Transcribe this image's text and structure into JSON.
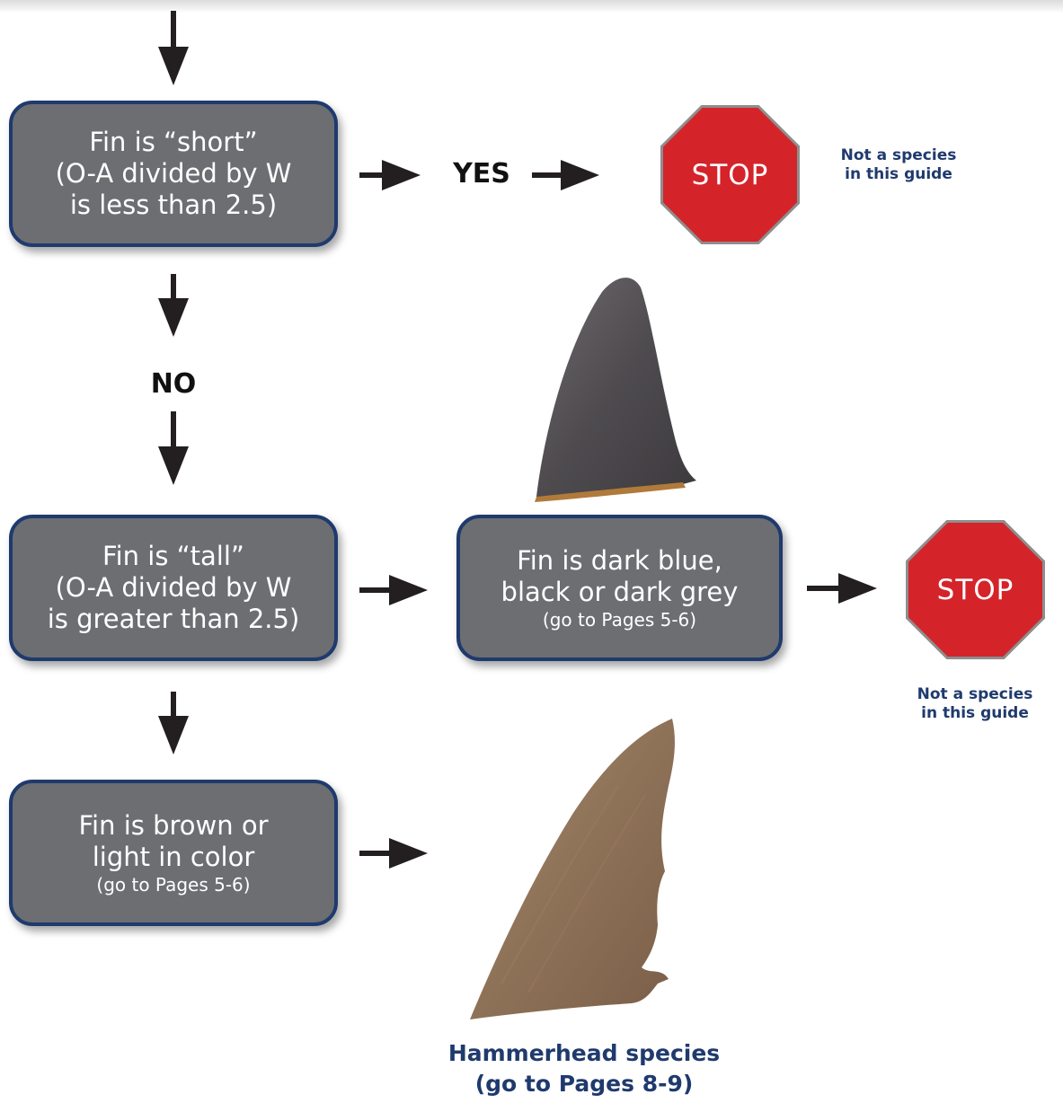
{
  "boxes": {
    "short": [
      "Fin is “short”",
      "(O-A divided by W",
      "is less than 2.5)"
    ],
    "tall": [
      "Fin is “tall”",
      "(O-A  divided by W",
      "is greater than 2.5)"
    ],
    "dark": {
      "lines": [
        "Fin is dark blue,",
        "black or dark grey"
      ],
      "sub": "(go to Pages 5-6)"
    },
    "brown": {
      "lines": [
        "Fin is brown or",
        "light in color"
      ],
      "sub": "(go to Pages 5-6)"
    }
  },
  "labels": {
    "yes": "YES",
    "no": "NO"
  },
  "stop_signs": [
    {
      "text": "STOP",
      "note": [
        "Not a species",
        "in this guide"
      ]
    },
    {
      "text": "STOP",
      "note": [
        "Not a species",
        "in this guide"
      ]
    }
  ],
  "caption": [
    "Hammerhead species",
    "(go to Pages 8-9)"
  ],
  "colors": {
    "box_fill": "#6c6e72",
    "box_border": "#1f3a6d",
    "stop_red": "#d4242a",
    "note_blue": "#1f3a6d"
  }
}
